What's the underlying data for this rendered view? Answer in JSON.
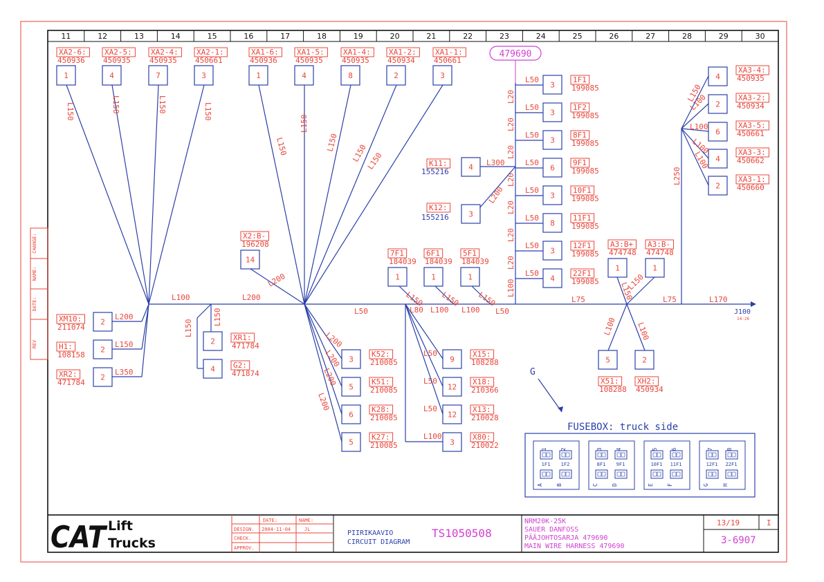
{
  "sheet_columns": [
    "11",
    "12",
    "13",
    "14",
    "15",
    "16",
    "17",
    "18",
    "19",
    "20",
    "21",
    "22",
    "23",
    "24",
    "25",
    "26",
    "27",
    "28",
    "29",
    "30"
  ],
  "top_connectors": [
    {
      "label": "XA2-6:",
      "part": "450936",
      "pin": "1",
      "wire": "L150"
    },
    {
      "label": "XA2-5:",
      "part": "450935",
      "pin": "4",
      "wire": "L150"
    },
    {
      "label": "XA2-4:",
      "part": "450935",
      "pin": "7",
      "wire": "L150"
    },
    {
      "label": "XA2-1:",
      "part": "450661",
      "pin": "3",
      "wire": "L150"
    },
    {
      "label": "XA1-6:",
      "part": "450936",
      "pin": "1",
      "wire": "L150"
    },
    {
      "label": "XA1-5:",
      "part": "450935",
      "pin": "4",
      "wire": "L150"
    },
    {
      "label": "XA1-4:",
      "part": "450935",
      "pin": "8",
      "wire": "L150"
    },
    {
      "label": "XA1-2:",
      "part": "450934",
      "pin": "2",
      "wire": "L150"
    },
    {
      "label": "XA1-1:",
      "part": "450661",
      "pin": "3",
      "wire": "L150"
    }
  ],
  "main_ref": "479690",
  "fuses_right": [
    {
      "wire": "L50",
      "pin": "3",
      "label": "1F1",
      "part": "199085",
      "trunk": "L20"
    },
    {
      "wire": "L50",
      "pin": "3",
      "label": "1F2",
      "part": "199085",
      "trunk": "L20"
    },
    {
      "wire": "L50",
      "pin": "3",
      "label": "8F1",
      "part": "199085",
      "trunk": "L20"
    },
    {
      "wire": "L50",
      "pin": "6",
      "label": "9F1",
      "part": "199085",
      "trunk": "L20"
    },
    {
      "wire": "L50",
      "pin": "3",
      "label": "10F1",
      "part": "199085",
      "trunk": "L20"
    },
    {
      "wire": "L50",
      "pin": "8",
      "label": "11F1",
      "part": "199085",
      "trunk": "L20"
    },
    {
      "wire": "L50",
      "pin": "3",
      "label": "12F1",
      "part": "199085",
      "trunk": "L20"
    },
    {
      "wire": "L50",
      "pin": "4",
      "label": "22F1",
      "part": "199085",
      "trunk": "L100"
    }
  ],
  "relays": [
    {
      "label": "K11:",
      "part": "155216",
      "pin": "4",
      "wire": "L300"
    },
    {
      "label": "K12:",
      "part": "155216",
      "pin": "3",
      "wire": "L200"
    }
  ],
  "x2": {
    "label": "X2:B-",
    "part": "196208",
    "pin": "14",
    "wire": "L200"
  },
  "fuses_mid": [
    {
      "label": "7F1",
      "part": "184039",
      "pin": "1",
      "wire": "L150"
    },
    {
      "label": "6F1",
      "part": "184039",
      "pin": "1",
      "wire": "L150"
    },
    {
      "label": "5F1",
      "part": "184039",
      "pin": "1",
      "wire": "L150"
    }
  ],
  "a3": [
    {
      "label": "A3:B+",
      "part": "474748",
      "pin": "1",
      "wire": "L150"
    },
    {
      "label": "A3:B-",
      "part": "474748",
      "pin": "1",
      "wire": "L150"
    }
  ],
  "xa3": [
    {
      "label": "XA3-4:",
      "part": "450935",
      "pin": "4",
      "wire": "L150"
    },
    {
      "label": "XA3-2:",
      "part": "450934",
      "pin": "2",
      "wire": "L100"
    },
    {
      "label": "XA3-5:",
      "part": "450661",
      "pin": "6",
      "wire": "L100"
    },
    {
      "label": "XA3-3:",
      "part": "450662",
      "pin": "4",
      "wire": "L100"
    },
    {
      "label": "XA3-1:",
      "part": "450660",
      "pin": "2",
      "wire": "L100"
    }
  ],
  "xa3_trunk": "L250",
  "left_connectors": [
    {
      "label": "XM10:",
      "part": "211074",
      "pin": "2",
      "wire": "L200"
    },
    {
      "label": "H1:",
      "part": "108158",
      "pin": "2",
      "wire": "L150"
    },
    {
      "label": "XR2:",
      "part": "471784",
      "pin": "2",
      "wire": "L350"
    }
  ],
  "xr1": {
    "label": "XR1:",
    "part": "471784",
    "pin": "2",
    "wire": "L150"
  },
  "g2": {
    "label": "G2:",
    "part": "471874",
    "pin": "4",
    "wire": "L150"
  },
  "k_group": [
    {
      "label": "K52:",
      "part": "210085",
      "pin": "3",
      "wire": "L200"
    },
    {
      "label": "K51:",
      "part": "210085",
      "pin": "5",
      "wire": "L200"
    },
    {
      "label": "K28:",
      "part": "210085",
      "pin": "6",
      "wire": "L200"
    },
    {
      "label": "K27:",
      "part": "210085",
      "pin": "5",
      "wire": "L200"
    }
  ],
  "x_group": [
    {
      "label": "X15:",
      "part": "108288",
      "pin": "9",
      "wire": "L50"
    },
    {
      "label": "X18:",
      "part": "210366",
      "pin": "12",
      "wire": "L50"
    },
    {
      "label": "X13:",
      "part": "210028",
      "pin": "12",
      "wire": "L50"
    },
    {
      "label": "X80:",
      "part": "210022",
      "pin": "3",
      "wire": "L100"
    }
  ],
  "bottom_right": [
    {
      "label": "X51:",
      "part": "108288",
      "pin": "5",
      "wire": "L100"
    },
    {
      "label": "XH2:",
      "part": "450934",
      "pin": "2",
      "wire": "L100"
    }
  ],
  "main_line": {
    "l100": "L100",
    "l200": "L200",
    "l50a": "L50",
    "l80": "L80",
    "l100b": "L100",
    "l100c": "L100",
    "l50b": "L50",
    "l75a": "L75",
    "l75b": "L75",
    "l170": "L170"
  },
  "j100": {
    "label": "J100",
    "sub": "14-26"
  },
  "g_label": "G",
  "fusebox": {
    "title": "FUSEBOX: truck side",
    "groups": [
      {
        "nums": [
          "1",
          "2"
        ],
        "fuses": [
          "1F1",
          "1F2"
        ],
        "letters": [
          "A",
          "B"
        ]
      },
      {
        "nums": [
          "3",
          "4"
        ],
        "fuses": [
          "8F1",
          "9F1"
        ],
        "letters": [
          "C",
          "D"
        ]
      },
      {
        "nums": [
          "5",
          "6"
        ],
        "fuses": [
          "10F1",
          "11F1"
        ],
        "letters": [
          "E",
          "F"
        ]
      },
      {
        "nums": [
          "7",
          "8"
        ],
        "fuses": [
          "12F1",
          "22F1"
        ],
        "letters": [
          "G",
          "H"
        ]
      }
    ]
  },
  "revision_labels": [
    "CHANGE:",
    "NAME:",
    "DATE:",
    "REV"
  ],
  "title_block": {
    "brand_main": "CAT",
    "brand_sub1": "Lift",
    "brand_sub2": "Trucks",
    "col_date": "DATE:",
    "col_name": "NAME:",
    "row_design": "DESIGN.",
    "row_check": "CHECK.",
    "row_approv": "APPROV.",
    "design_date": "2004-11-04",
    "design_name": "JL",
    "title_fi": "PIIRIKAAVIO",
    "title_en": "CIRCUIT DIAGRAM",
    "drawing_no": "TS1050508",
    "desc": [
      "NRM20K-25K",
      "SAUER DANFOSS",
      "PÄÄJOHTOSARJA 479690",
      "MAIN WIRE HARNESS 479690"
    ],
    "sheet": "13/19",
    "rev": "I",
    "code": "3-6907"
  },
  "colors": {
    "wire": "#2a3fa8",
    "label": "#e8463a",
    "title": "#d23fd2",
    "frame": "#111111"
  }
}
